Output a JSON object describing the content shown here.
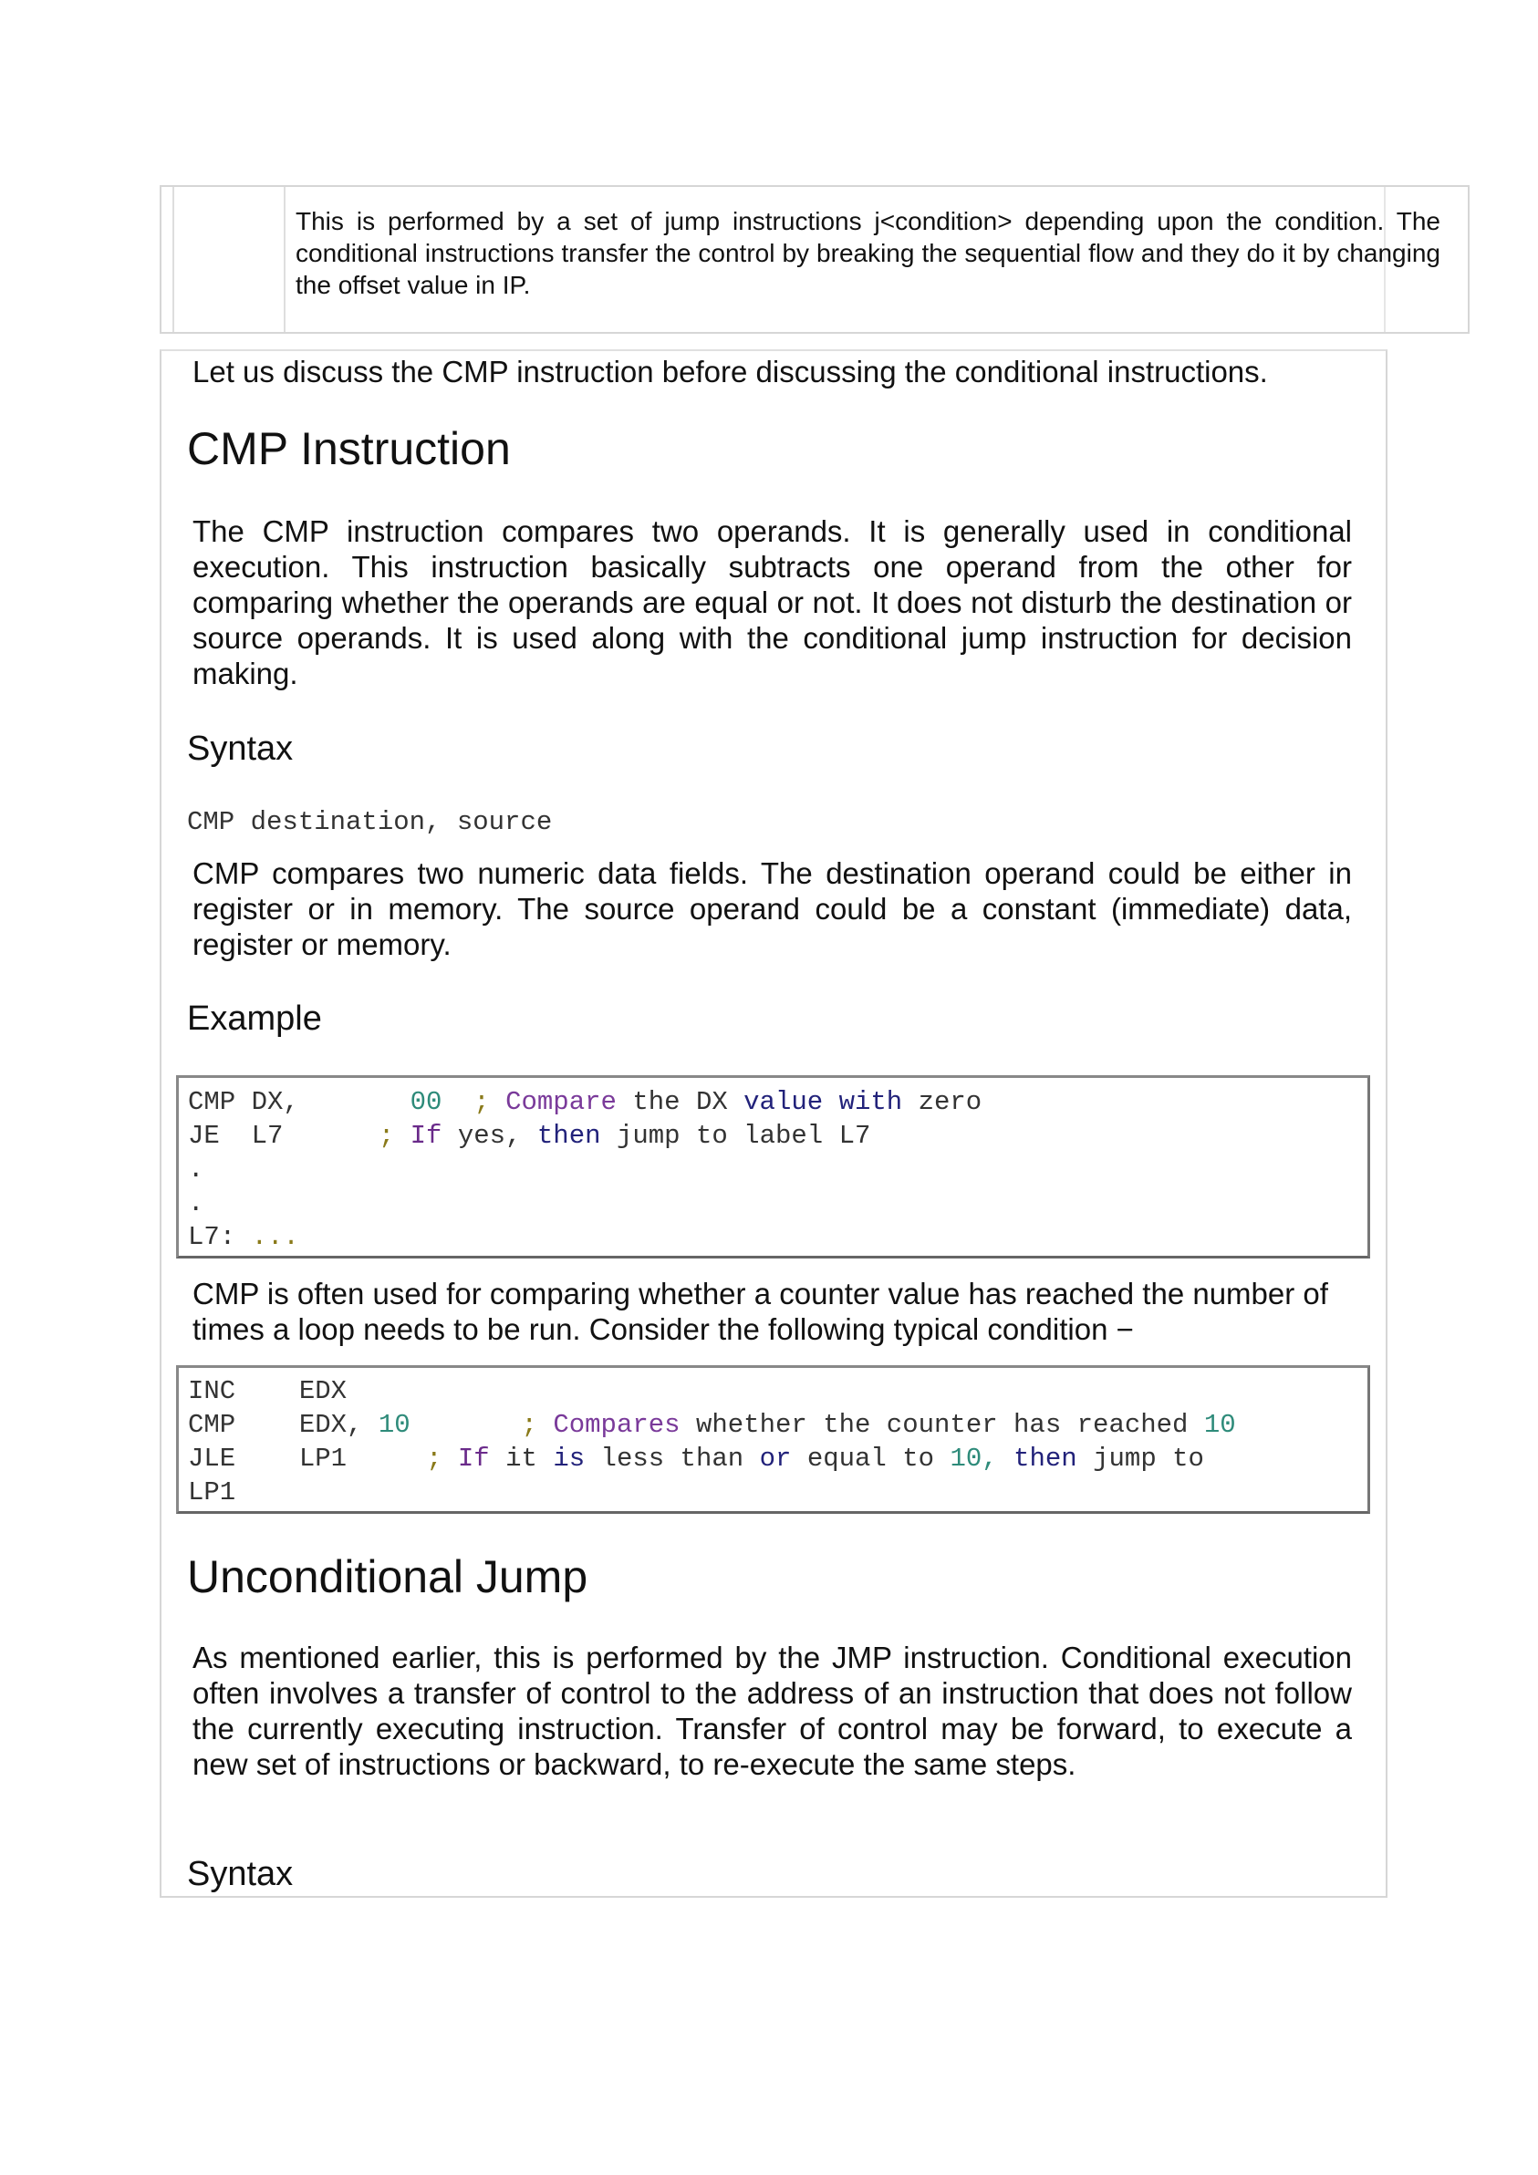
{
  "top_table": {
    "cell_text": "This is performed by a set of jump instructions j<condition> depending upon the condition. The conditional instructions transfer the control by breaking the sequential flow and they do it by changing the offset value in IP."
  },
  "intro_text": "Let us discuss the CMP instruction before discussing the conditional instructions.",
  "cmp_section": {
    "title": "CMP Instruction",
    "description": "The CMP instruction compares two operands. It is generally used in conditional execution. This instruction basically subtracts one operand from the other for comparing whether the operands are equal or not. It does not disturb the destination or source operands. It is used along with the conditional jump instruction for decision making.",
    "syntax_heading": "Syntax",
    "syntax_code": "CMP destination, source",
    "syntax_description": "CMP compares two numeric data fields. The destination operand could be either in register or in memory. The source operand could be a constant (immediate) data, register or memory.",
    "example_heading": "Example",
    "example_code": {
      "line1_instr": "CMP DX,",
      "line1_value": "00",
      "line1_semicolon": ";",
      "line1_comment_a": "Compare",
      "line1_comment_b": "the DX",
      "line1_comment_c": "value with",
      "line1_comment_d": "zero",
      "line2_instr": "JE  L7",
      "line2_semicolon": ";",
      "line2_comment_a": "If",
      "line2_comment_b": "yes,",
      "line2_comment_c": "then",
      "line2_comment_d": "jump to label L7",
      "line3": ".",
      "line4": ".",
      "line5_label": "L7:",
      "line5_rest": "..."
    },
    "loop_text": "CMP is often used for comparing whether a counter value has reached the number of times a loop needs to be run. Consider the following typical condition −",
    "loop_code": {
      "line1_instr": "INC",
      "line1_op": "EDX",
      "line2_instr": "CMP",
      "line2_op": "EDX,",
      "line2_value": "10",
      "line2_semicolon": ";",
      "line2_comment_a": "Compares",
      "line2_comment_b": "whether the counter has reached",
      "line2_comment_c": "10",
      "line3_instr": "JLE",
      "line3_op": "LP1",
      "line3_semicolon": ";",
      "line3_comment_a": "If",
      "line3_comment_b": "it",
      "line3_comment_c": "is",
      "line3_comment_d": "less than",
      "line3_comment_e": "or",
      "line3_comment_f": "equal to",
      "line3_comment_g": "10,",
      "line3_comment_h": "then",
      "line3_comment_i": "jump to",
      "line4": "LP1"
    }
  },
  "jump_section": {
    "title": "Unconditional Jump",
    "description": "As mentioned earlier, this is performed by the JMP instruction. Conditional execution often involves a transfer of control to the address of an instruction that does not follow the currently executing instruction. Transfer of control may be forward, to execute a new set of instructions or backward, to re-execute the same steps.",
    "syntax_heading": "Syntax"
  }
}
